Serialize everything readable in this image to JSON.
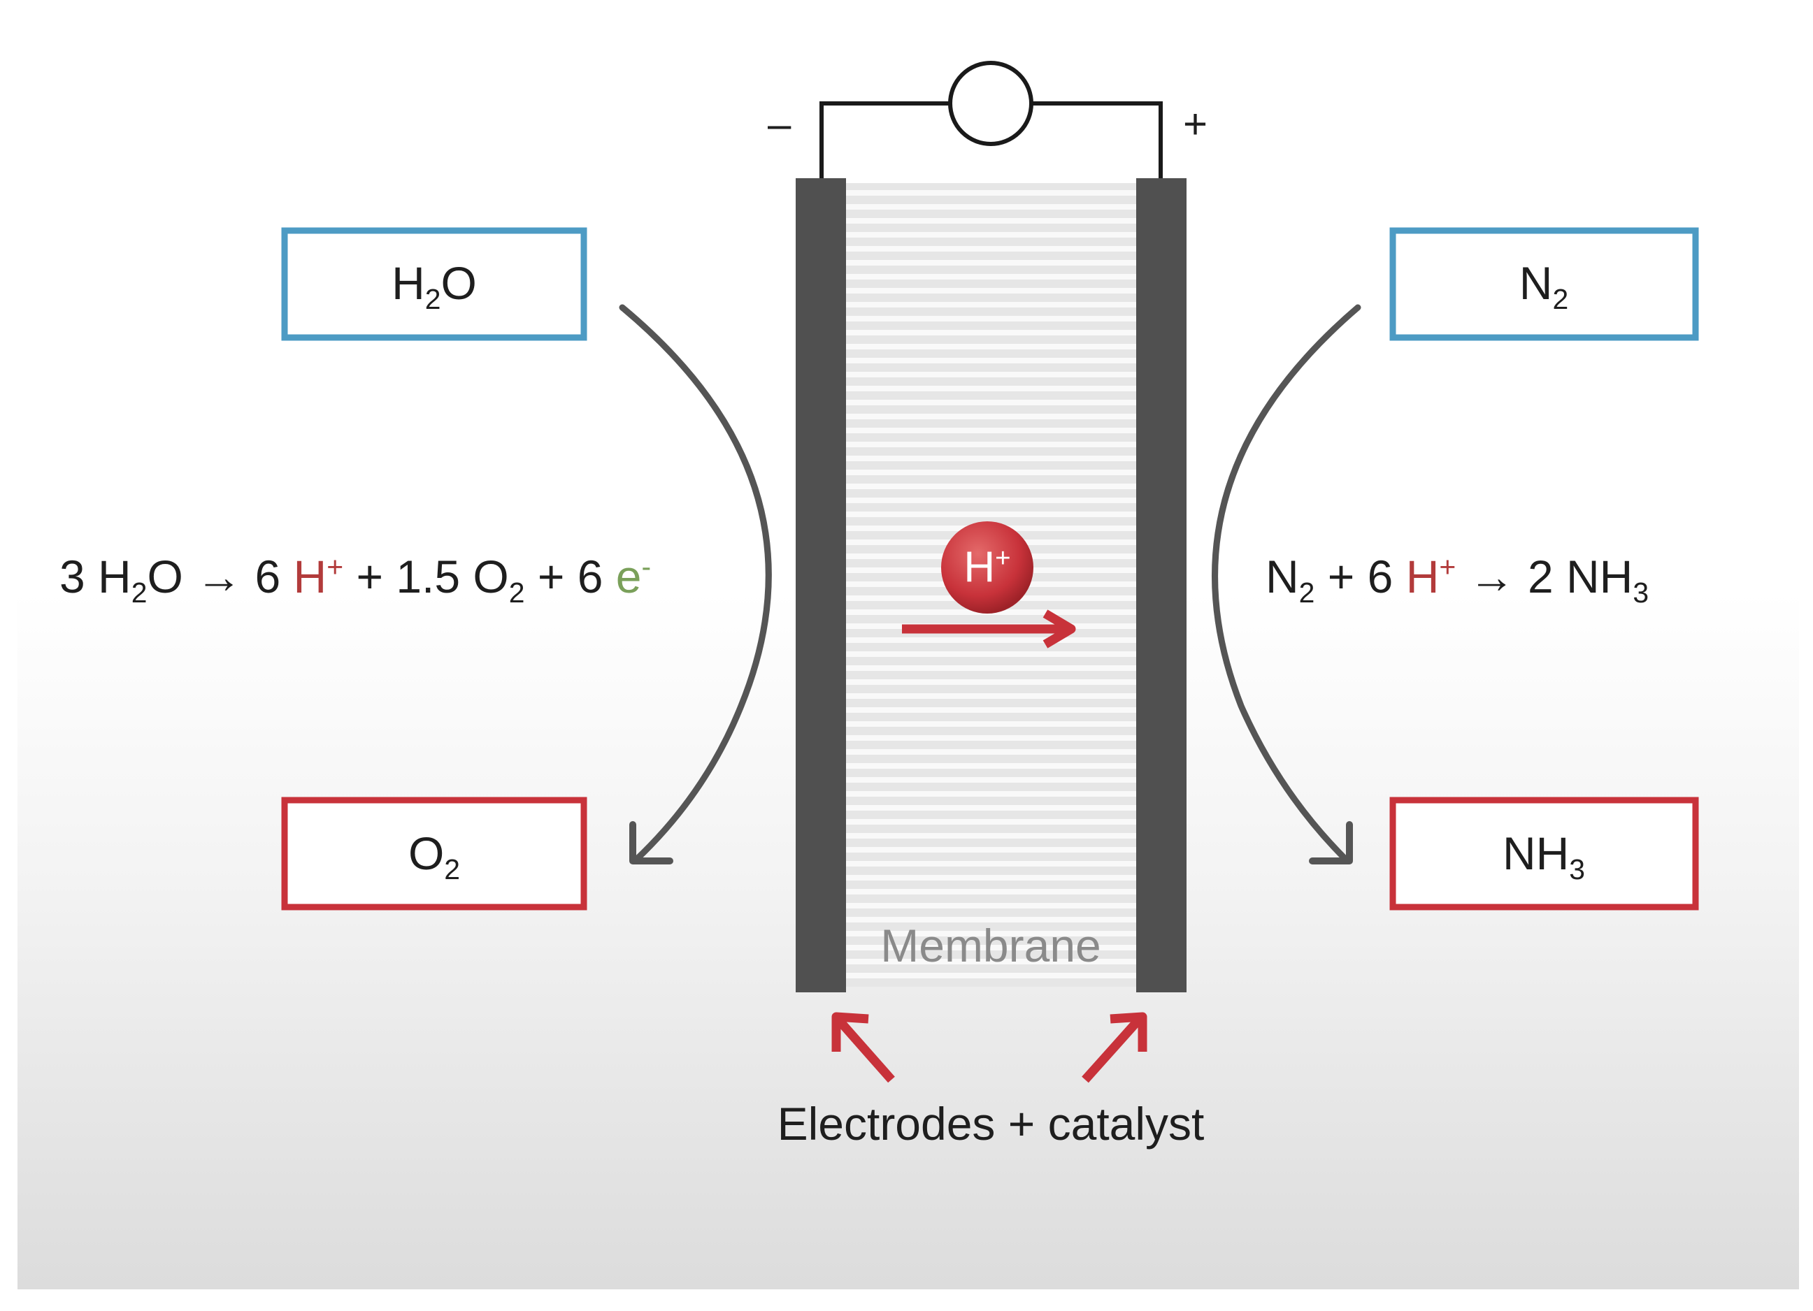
{
  "circuit": {
    "minus_label": "–",
    "plus_label": "+"
  },
  "anode_side": {
    "input": {
      "main": "H",
      "sub": "2",
      "tail": "O"
    },
    "output": {
      "main": "O",
      "sub": "2"
    },
    "equation": {
      "p1": "3 H",
      "p1_sub": "2",
      "p2": "O → 6 ",
      "h": "H",
      "h_sup": "+",
      "p3": " + 1.5 O",
      "p3_sub": "2",
      "p4": " + 6 ",
      "e": "e",
      "e_sup": "-"
    }
  },
  "cathode_side": {
    "input": {
      "main": "N",
      "sub": "2"
    },
    "output": {
      "main": "NH",
      "sub": "3"
    },
    "equation": {
      "p1": "N",
      "p1_sub": "2",
      "p2": " + 6 ",
      "h": "H",
      "h_sup": "+",
      "p3": " → 2 NH",
      "p3_sub": "3"
    }
  },
  "membrane": {
    "label": "Membrane",
    "ion": {
      "main": "H",
      "sup": "+"
    }
  },
  "electrodes_label": "Electrodes + catalyst",
  "colors": {
    "input_box": "#4d9bc4",
    "output_box": "#c8323a",
    "electrode": "#505050",
    "arrow_gray": "#555555",
    "accent_red": "#c8323a",
    "ion_fill": "#c8323a",
    "proton_text": "#b23b3b",
    "electron_text": "#7aa05a"
  }
}
